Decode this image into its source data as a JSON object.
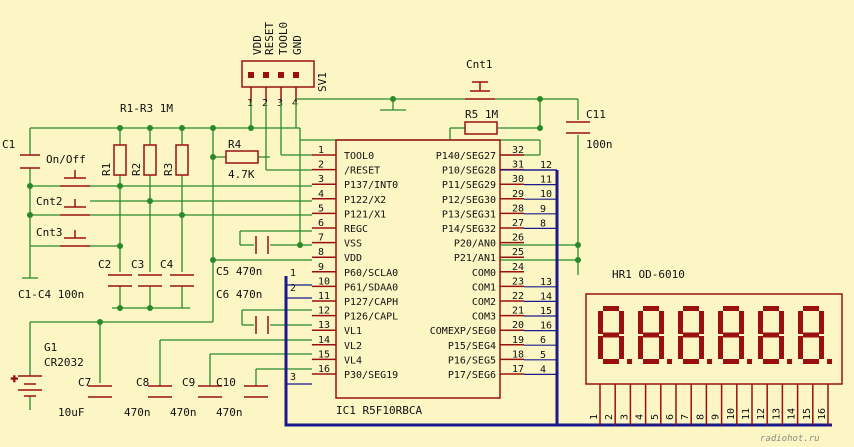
{
  "header": {
    "pin_names": [
      "VDD",
      "RESET",
      "TOOL0",
      "GND"
    ]
  },
  "connector": {
    "ref": "SV1",
    "pin_numbers": [
      "1",
      "2",
      "3",
      "4"
    ]
  },
  "components": {
    "r_group": "R1-R3 1M",
    "r1": "R1",
    "r2": "R2",
    "r3": "R3",
    "r4": "R4",
    "r4_value": "4.7K",
    "r5": "R5 1M",
    "c1": "C1",
    "c2": "C2",
    "c3": "C3",
    "c4": "C4",
    "c1c4_value": "C1-C4 100n",
    "c5": "C5 470n",
    "c6": "C6 470n",
    "c7": "C7",
    "c7_value": "10uF",
    "c8": "C8",
    "c9": "C9",
    "c10": "C10",
    "c8_value": "470n",
    "c9_value": "470n",
    "c10_value": "470n",
    "c11": "C11",
    "c11_value": "100n",
    "cnt1": "Cnt1",
    "cnt2": "Cnt2",
    "cnt3": "Cnt3",
    "switch": "On/Off",
    "g1": "G1",
    "g1_value": "CR2032",
    "display": "HR1  OD-6010",
    "display_digits": "888888"
  },
  "ic": {
    "name": "IC1  R5F10RBCA",
    "left_pins": [
      {
        "num": "1",
        "name": "TOOL0"
      },
      {
        "num": "2",
        "name": "/RESET"
      },
      {
        "num": "3",
        "name": "P137/INT0"
      },
      {
        "num": "4",
        "name": "P122/X2"
      },
      {
        "num": "5",
        "name": "P121/X1"
      },
      {
        "num": "6",
        "name": "REGC"
      },
      {
        "num": "7",
        "name": "VSS"
      },
      {
        "num": "8",
        "name": "VDD"
      },
      {
        "num": "9",
        "name": "P60/SCLA0"
      },
      {
        "num": "10",
        "name": "P61/SDAA0"
      },
      {
        "num": "11",
        "name": "P127/CAPH"
      },
      {
        "num": "12",
        "name": "P126/CAPL"
      },
      {
        "num": "13",
        "name": "VL1"
      },
      {
        "num": "14",
        "name": "VL2"
      },
      {
        "num": "15",
        "name": "VL4"
      },
      {
        "num": "16",
        "name": "P30/SEG19"
      }
    ],
    "right_pins": [
      {
        "num": "32",
        "name": "P140/SEG27"
      },
      {
        "num": "31",
        "name": "P10/SEG28"
      },
      {
        "num": "30",
        "name": "P11/SEG29"
      },
      {
        "num": "29",
        "name": "P12/SEG30"
      },
      {
        "num": "28",
        "name": "P13/SEG31"
      },
      {
        "num": "27",
        "name": "P14/SEG32"
      },
      {
        "num": "26",
        "name": "P20/AN0"
      },
      {
        "num": "25",
        "name": "P21/AN1"
      },
      {
        "num": "24",
        "name": "COM0"
      },
      {
        "num": "23",
        "name": "COM1"
      },
      {
        "num": "22",
        "name": "COM2"
      },
      {
        "num": "21",
        "name": "COM3"
      },
      {
        "num": "20",
        "name": "COMEXP/SEG0"
      },
      {
        "num": "19",
        "name": "P15/SEG4"
      },
      {
        "num": "18",
        "name": "P16/SEG5"
      },
      {
        "num": "17",
        "name": "P17/SEG6"
      }
    ]
  },
  "bus_labels": {
    "right": [
      "12",
      "11",
      "10",
      "9",
      "8",
      "",
      "",
      "",
      "13",
      "14",
      "15",
      "16",
      "6",
      "5",
      "4"
    ],
    "left": [
      "1",
      "2",
      "3"
    ]
  },
  "display_pins": [
    "1",
    "2",
    "3",
    "4",
    "5",
    "6",
    "7",
    "8",
    "9",
    "10",
    "11",
    "12",
    "13",
    "14",
    "15",
    "16"
  ],
  "watermark": "radiohot.ru"
}
